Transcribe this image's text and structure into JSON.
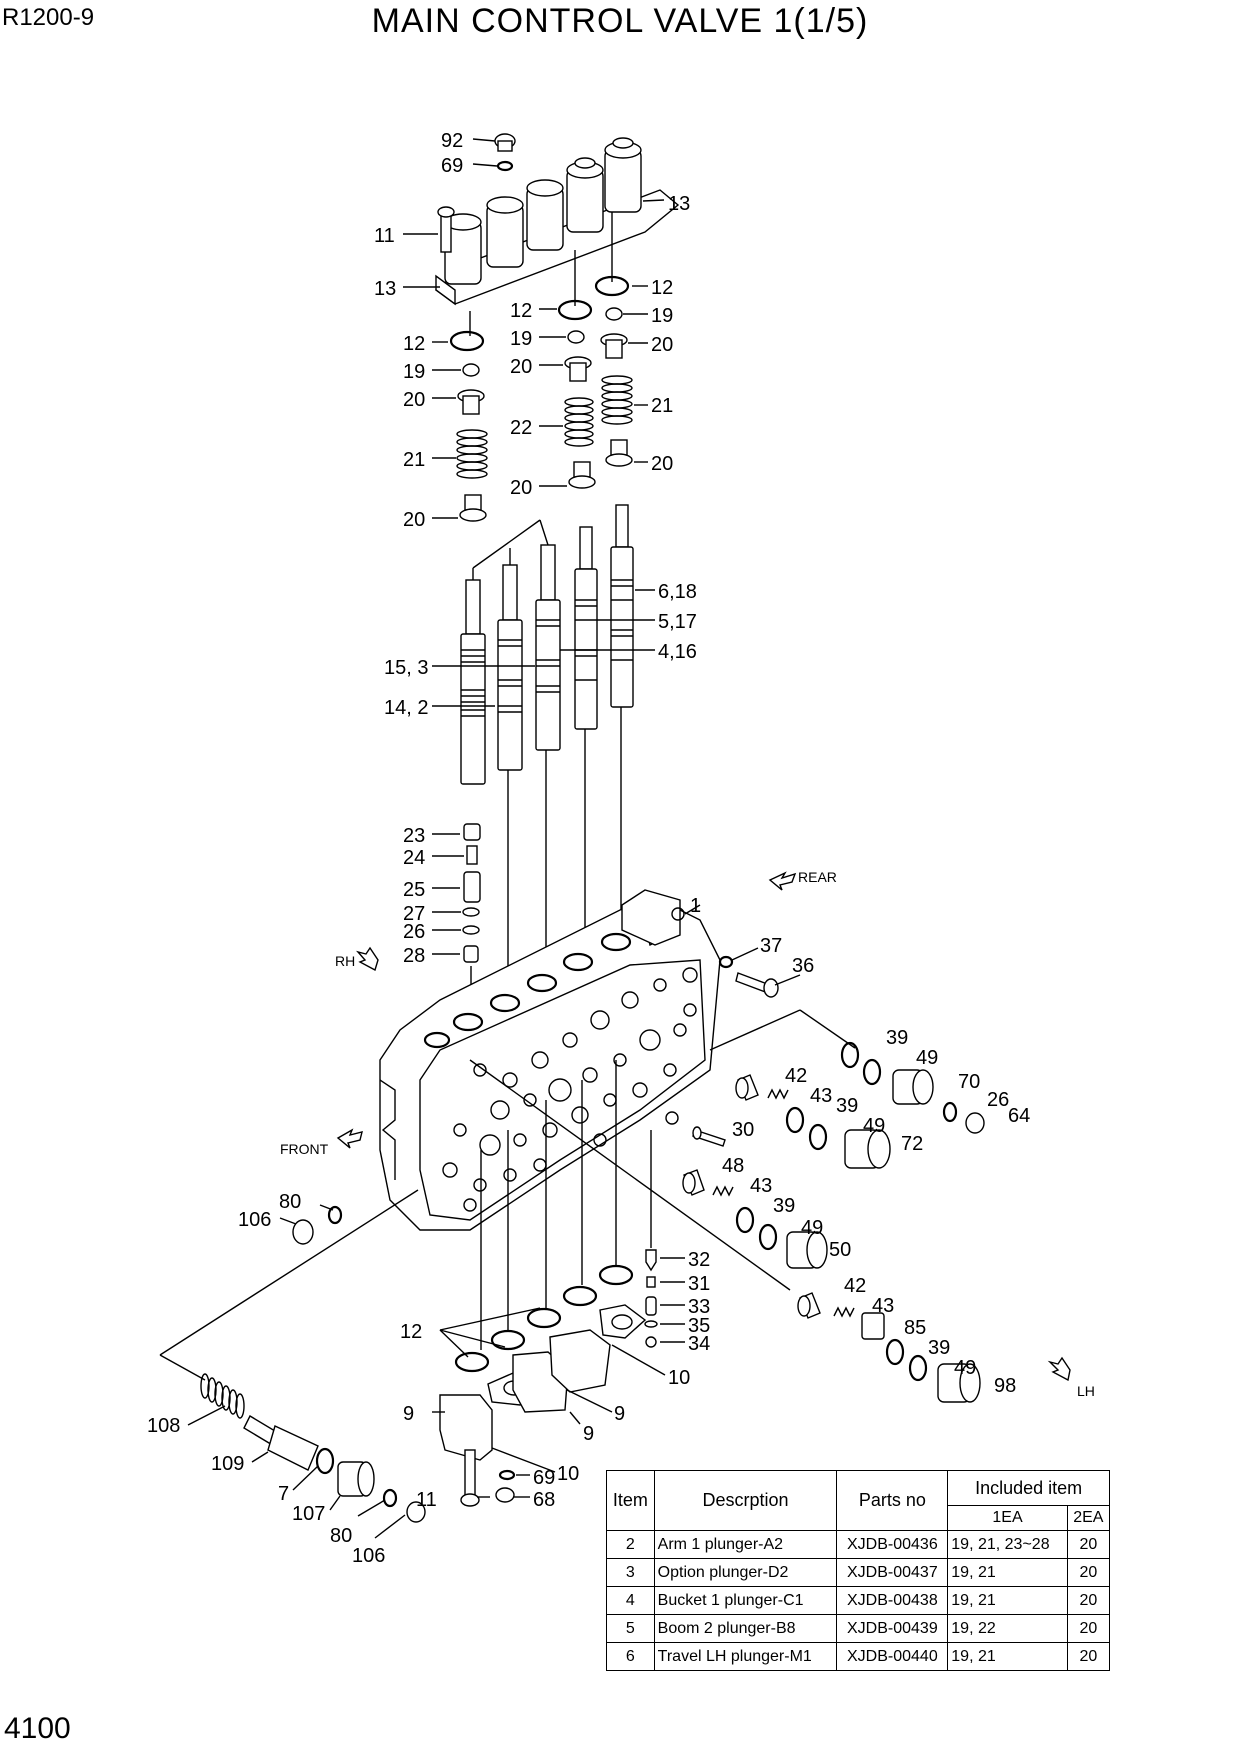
{
  "header": {
    "model": "R1200-9",
    "title": "MAIN CONTROL VALVE 1(1/5)"
  },
  "footer": {
    "page": "4100"
  },
  "directions": {
    "rear": "REAR",
    "rh": "RH",
    "front": "FRONT",
    "lh": "LH"
  },
  "callouts": {
    "c92": "92",
    "c69a": "69",
    "c13a": "13",
    "c11a": "11",
    "c13b": "13",
    "c12a": "12",
    "c12b": "12",
    "c12c": "12",
    "c19a": "19",
    "c19b": "19",
    "c19c": "19",
    "c20a": "20",
    "c20b": "20",
    "c20c": "20",
    "c20d": "20",
    "c20e": "20",
    "c20f": "20",
    "c21a": "21",
    "c21b": "21",
    "c22": "22",
    "c618": "6,18",
    "c517": "5,17",
    "c416": "4,16",
    "c153": "15, 3",
    "c142": "14, 2",
    "c23": "23",
    "c24": "24",
    "c25": "25",
    "c27": "27",
    "c26a": "26",
    "c28": "28",
    "c1": "1",
    "c37": "37",
    "c36": "36",
    "c39a": "39",
    "c49a": "49",
    "c42a": "42",
    "c43a": "43",
    "c70": "70",
    "c26b": "26",
    "c64": "64",
    "c39b": "39",
    "c49b": "49",
    "c30": "30",
    "c72": "72",
    "c48": "48",
    "c43b": "43",
    "c39c": "39",
    "c49c": "49",
    "c50": "50",
    "c80a": "80",
    "c106a": "106",
    "c32": "32",
    "c31": "31",
    "c33": "33",
    "c35": "35",
    "c34": "34",
    "c42b": "42",
    "c43c": "43",
    "c85": "85",
    "c39d": "39",
    "c49d": "49",
    "c98": "98",
    "c12d": "12",
    "c10a": "10",
    "c9a": "9",
    "c9b": "9",
    "c9c": "9",
    "c10b": "10",
    "c108": "108",
    "c109": "109",
    "c7": "7",
    "c107": "107",
    "c80b": "80",
    "c106b": "106",
    "c11b": "11",
    "c69b": "69",
    "c68": "68"
  },
  "table": {
    "headers": {
      "item": "Item",
      "description": "Descrption",
      "parts_no": "Parts no",
      "included": "Included item",
      "ea1": "1EA",
      "ea2": "2EA"
    },
    "rows": [
      {
        "item": "2",
        "description": "Arm 1 plunger-A2",
        "parts_no": "XJDB-00436",
        "ea1": "19, 21, 23~28",
        "ea2": "20"
      },
      {
        "item": "3",
        "description": "Option plunger-D2",
        "parts_no": "XJDB-00437",
        "ea1": "19, 21",
        "ea2": "20"
      },
      {
        "item": "4",
        "description": "Bucket 1 plunger-C1",
        "parts_no": "XJDB-00438",
        "ea1": "19, 21",
        "ea2": "20"
      },
      {
        "item": "5",
        "description": "Boom 2 plunger-B8",
        "parts_no": "XJDB-00439",
        "ea1": "19, 22",
        "ea2": "20"
      },
      {
        "item": "6",
        "description": "Travel LH plunger-M1",
        "parts_no": "XJDB-00440",
        "ea1": "19, 21",
        "ea2": "20"
      }
    ]
  }
}
